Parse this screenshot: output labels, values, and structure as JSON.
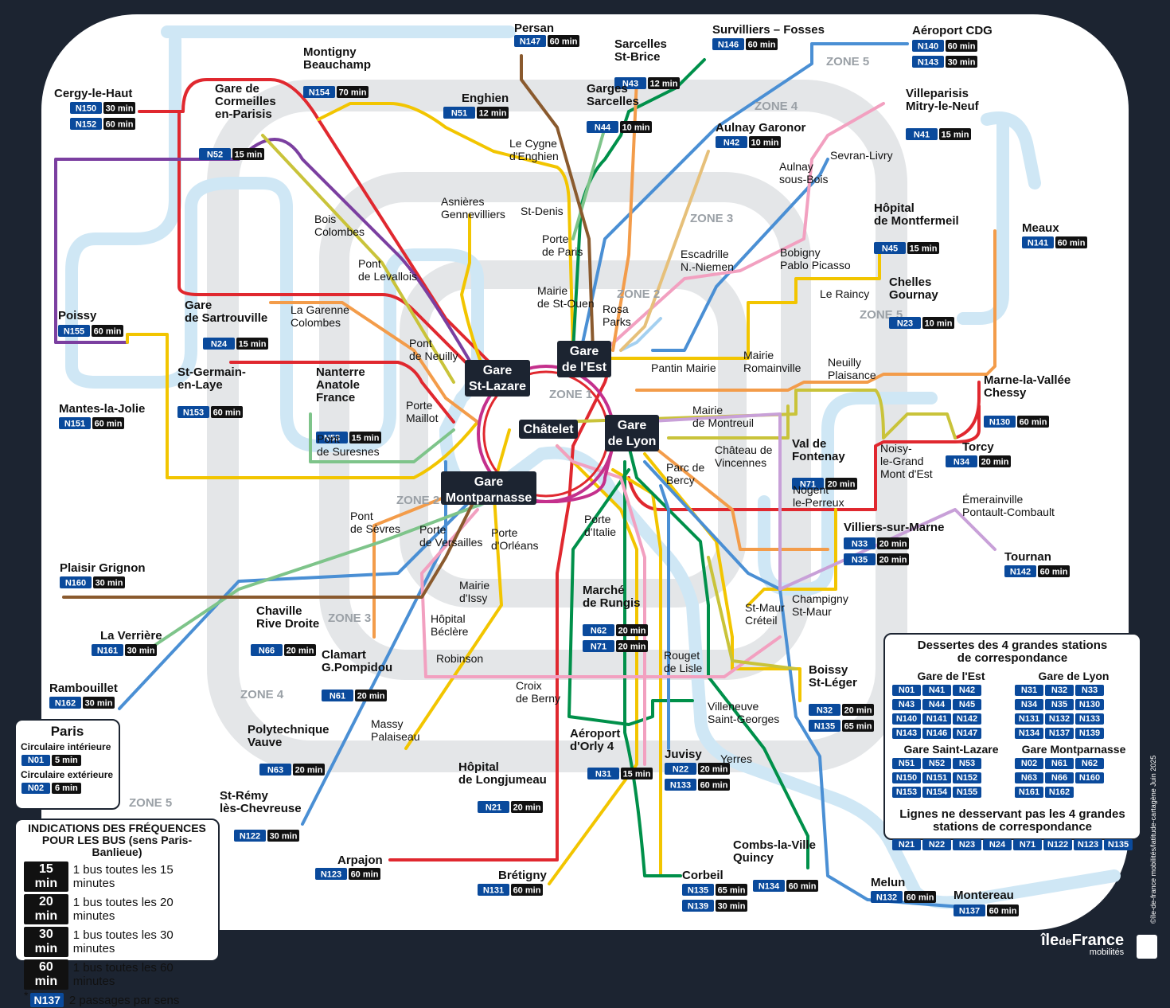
{
  "colors": {
    "bg": "#1c2431",
    "river": "#cfe7f5",
    "zone": "#e4e6e8",
    "badge": "#0a4a9c"
  },
  "zones": [
    "ZONE 1",
    "ZONE 2",
    "ZONE 2",
    "ZONE 3",
    "ZONE 3",
    "ZONE 4",
    "ZONE 4",
    "ZONE 5",
    "ZONE 5"
  ],
  "hubs": {
    "lazare": [
      "Gare",
      "St-Lazare"
    ],
    "est": [
      "Gare",
      "de l'Est"
    ],
    "chatelet": [
      "Châtelet"
    ],
    "lyon": [
      "Gare",
      "de Lyon"
    ],
    "montparnasse": [
      "Gare",
      "Montparnasse"
    ]
  },
  "stations": [
    {
      "name": [
        "Persan"
      ],
      "badges": [
        [
          "N147",
          "60 min"
        ]
      ]
    },
    {
      "name": [
        "Sarcelles",
        "St-Brice"
      ],
      "badges": [
        [
          "N43",
          "12 min"
        ]
      ]
    },
    {
      "name": [
        "Survilliers – Fosses"
      ],
      "badges": [
        [
          "N146",
          "60 min"
        ]
      ]
    },
    {
      "name": [
        "Aéroport CDG"
      ],
      "badges": [
        [
          "N140",
          "60 min"
        ],
        [
          "N143",
          "30 min"
        ]
      ]
    },
    {
      "name": [
        "Montigny",
        "Beauchamp"
      ],
      "badges": [
        [
          "N154",
          "70 min"
        ]
      ]
    },
    {
      "name": [
        "Cergy-le-Haut"
      ],
      "badges": [
        [
          "N150",
          "30 min"
        ],
        [
          "N152",
          "60 min"
        ]
      ]
    },
    {
      "name": [
        "Gare de",
        "Cormeilles",
        "en-Parisis"
      ],
      "badges": [
        [
          "N52",
          "15 min"
        ]
      ]
    },
    {
      "name": [
        "Enghien"
      ],
      "badges": [
        [
          "N51",
          "12 min"
        ]
      ]
    },
    {
      "name": [
        "Garges",
        "Sarcelles"
      ],
      "badges": [
        [
          "N44",
          "10 min"
        ]
      ]
    },
    {
      "name": [
        "Villeparisis",
        "Mitry-le-Neuf"
      ],
      "badges": [
        [
          "N41",
          "15 min"
        ]
      ]
    },
    {
      "name": [
        "Aulnay Garonor"
      ],
      "badges": [
        [
          "N42",
          "10 min"
        ]
      ]
    },
    {
      "name": [
        "Hôpital",
        "de Montfermeil"
      ],
      "badges": [
        [
          "N45",
          "15 min"
        ]
      ]
    },
    {
      "name": [
        "Meaux"
      ],
      "badges": [
        [
          "N141",
          "60 min"
        ]
      ]
    },
    {
      "name": [
        "Poissy"
      ],
      "badges": [
        [
          "N155",
          "60 min"
        ]
      ]
    },
    {
      "name": [
        "Gare",
        "de Sartrouville"
      ],
      "badges": [
        [
          "N24",
          "15 min"
        ]
      ]
    },
    {
      "name": [
        "Chelles",
        "Gournay"
      ],
      "badges": [
        [
          "N23",
          "10 min"
        ]
      ]
    },
    {
      "name": [
        "St-Germain-",
        "en-Laye"
      ],
      "badges": [
        [
          "N153",
          "60 min"
        ]
      ]
    },
    {
      "name": [
        "Nanterre",
        "Anatole",
        "France"
      ],
      "badges": [
        [
          "N53",
          "15 min"
        ]
      ]
    },
    {
      "name": [
        "Mantes-la-Jolie"
      ],
      "badges": [
        [
          "N151",
          "60 min"
        ]
      ]
    },
    {
      "name": [
        "Marne-la-Vallée",
        "Chessy"
      ],
      "badges": [
        [
          "N130",
          "60 min"
        ]
      ]
    },
    {
      "name": [
        "Val de",
        "Fontenay"
      ],
      "badges": [
        [
          "N71",
          "20 min"
        ]
      ]
    },
    {
      "name": [
        "Torcy"
      ],
      "badges": [
        [
          "N34",
          "20 min"
        ]
      ]
    },
    {
      "name": [
        "Villiers-sur-Marne"
      ],
      "badges": [
        [
          "N33",
          "20 min"
        ],
        [
          "N35",
          "20 min"
        ]
      ]
    },
    {
      "name": [
        "Tournan"
      ],
      "badges": [
        [
          "N142",
          "60 min"
        ]
      ]
    },
    {
      "name": [
        "Plaisir Grignon"
      ],
      "badges": [
        [
          "N160",
          "30 min"
        ]
      ]
    },
    {
      "name": [
        "Marché",
        "de Rungis"
      ],
      "badges": [
        [
          "N62",
          "20 min"
        ],
        [
          "N71",
          "20 min"
        ]
      ]
    },
    {
      "name": [
        "La Verrière"
      ],
      "badges": [
        [
          "N161",
          "30 min"
        ]
      ]
    },
    {
      "name": [
        "Chaville",
        "Rive Droite"
      ],
      "badges": [
        [
          "N66",
          "20 min"
        ]
      ]
    },
    {
      "name": [
        "Clamart",
        "G.Pompidou"
      ],
      "badges": [
        [
          "N61",
          "20 min"
        ]
      ]
    },
    {
      "name": [
        "Rambouillet"
      ],
      "badges": [
        [
          "N162",
          "30 min"
        ]
      ]
    },
    {
      "name": [
        "Boissy",
        "St-Léger"
      ],
      "badges": [
        [
          "N32",
          "20 min"
        ],
        [
          "N135",
          "65 min"
        ]
      ]
    },
    {
      "name": [
        "Polytechnique",
        "Vauve"
      ],
      "badges": [
        [
          "N63",
          "20 min"
        ]
      ]
    },
    {
      "name": [
        "Aéroport",
        "d'Orly 4"
      ],
      "badges": [
        [
          "N31",
          "15 min"
        ]
      ]
    },
    {
      "name": [
        "Juvisy"
      ],
      "badges": [
        [
          "N22",
          "20 min"
        ],
        [
          "N133",
          "60 min"
        ]
      ]
    },
    {
      "name": [
        "Hôpital",
        "de Longjumeau"
      ],
      "badges": [
        [
          "N21",
          "20 min"
        ]
      ]
    },
    {
      "name": [
        "St-Rémy",
        "lès-Chevreuse"
      ],
      "badges": [
        [
          "N122",
          "30 min"
        ]
      ]
    },
    {
      "name": [
        "Combs-la-Ville",
        "Quincy"
      ],
      "badges": [
        [
          "N134",
          "60 min"
        ]
      ]
    },
    {
      "name": [
        "Arpajon"
      ],
      "badges": [
        [
          "N123",
          "60 min"
        ]
      ]
    },
    {
      "name": [
        "Brétigny"
      ],
      "badges": [
        [
          "N131",
          "60 min"
        ]
      ]
    },
    {
      "name": [
        "Corbeil"
      ],
      "badges": [
        [
          "N135",
          "65 min"
        ],
        [
          "N139",
          "30 min"
        ]
      ]
    },
    {
      "name": [
        "Melun"
      ],
      "badges": [
        [
          "N132",
          "60 min"
        ]
      ]
    },
    {
      "name": [
        "Montereau"
      ],
      "badges": [
        [
          "N137",
          "60 min"
        ]
      ]
    }
  ],
  "labels": [
    [
      "Le Cygne",
      "d'Enghien"
    ],
    [
      "Asnières",
      "Gennevilliers"
    ],
    [
      "St-Denis"
    ],
    [
      "Porte",
      "de Paris"
    ],
    [
      "Bois",
      "Colombes"
    ],
    [
      "Pont",
      "de Levallois"
    ],
    [
      "Mairie",
      "de St-Ouen"
    ],
    [
      "Escadrille",
      "N.-Niemen"
    ],
    [
      "Aulnay",
      "sous-Bois"
    ],
    [
      "Sevran-Livry"
    ],
    [
      "Bobigny",
      "Pablo Picasso"
    ],
    [
      "Le Raincy"
    ],
    [
      "La Garenne",
      "Colombes"
    ],
    [
      "Rosa",
      "Parks"
    ],
    [
      "Pont",
      "de Neuilly"
    ],
    [
      "Pantin Mairie"
    ],
    [
      "Mairie",
      "Romainville"
    ],
    [
      "Neuilly",
      "Plaisance"
    ],
    [
      "Porte",
      "Maillot"
    ],
    [
      "Pont",
      "de Suresnes"
    ],
    [
      "Mairie",
      "de Montreuil"
    ],
    [
      "Château de",
      "Vincennes"
    ],
    [
      "Parc de",
      "Bercy"
    ],
    [
      "Noisy-",
      "le-Grand",
      "Mont d'Est"
    ],
    [
      "Nogent",
      "le-Perreux"
    ],
    [
      "Émerainville",
      "Pontault-Combault"
    ],
    [
      "Pont",
      "de Sèvres"
    ],
    [
      "Porte",
      "de Versailles"
    ],
    [
      "Porte",
      "d'Orléans"
    ],
    [
      "Porte",
      "d'Italie"
    ],
    [
      "Mairie",
      "d'Issy"
    ],
    [
      "Hôpital",
      "Béclère"
    ],
    [
      "St-Maur",
      "Créteil"
    ],
    [
      "Champigny",
      "St-Maur"
    ],
    [
      "Robinson"
    ],
    [
      "Rouget",
      "de Lisle"
    ],
    [
      "Croix",
      "de Berny"
    ],
    [
      "Villeneuve",
      "Saint-Georges"
    ],
    [
      "Yerres"
    ],
    [
      "Massy",
      "Palaiseau"
    ]
  ],
  "paris_legend": {
    "title": "Paris",
    "ci": "Circulaire intérieure",
    "ci_badge": [
      "N01",
      "5 min"
    ],
    "ce": "Circulaire extérieure",
    "ce_badge": [
      "N02",
      "6 min"
    ],
    "zone_label": "ZONE 5"
  },
  "freq_legend": {
    "title": "INDICATIONS DES FRÉQUENCES POUR LES BUS (sens Paris-Banlieue)",
    "rows": [
      [
        "15 min",
        "1 bus toutes les 15 minutes"
      ],
      [
        "20 min",
        "1 bus toutes les 20 minutes"
      ],
      [
        "30 min",
        "1 bus toutes les 30 minutes"
      ],
      [
        "60 min",
        "1 bus toutes les 60 minutes"
      ]
    ],
    "star": "*",
    "star_badge": "N137",
    "star_text": "2 passages par sens"
  },
  "dessertes": {
    "title": "Dessertes des 4 grandes stations de correspondance",
    "groups": [
      {
        "name": "Gare de l'Est",
        "lines": [
          "N01",
          "N41",
          "N42",
          "N43",
          "N44",
          "N45",
          "N140",
          "N141",
          "N142",
          "N143",
          "N146",
          "N147"
        ]
      },
      {
        "name": "Gare de Lyon",
        "lines": [
          "N31",
          "N32",
          "N33",
          "N34",
          "N35",
          "N130",
          "N131",
          "N132",
          "N133",
          "N134",
          "N137",
          "N139"
        ]
      },
      {
        "name": "Gare Saint-Lazare",
        "lines": [
          "N51",
          "N52",
          "N53",
          "N150",
          "N151",
          "N152",
          "N153",
          "N154",
          "N155"
        ]
      },
      {
        "name": "Gare Montparnasse",
        "lines": [
          "N02",
          "N61",
          "N62",
          "N63",
          "N66",
          "N160",
          "N161",
          "N162"
        ]
      }
    ],
    "other_title": "Lignes ne desservant pas les 4 grandes stations de correspondance",
    "other_lines": [
      "N21",
      "N22",
      "N23",
      "N24",
      "N71",
      "N122",
      "N123",
      "N135"
    ]
  },
  "credit": "©île-de-france mobilités/latitude-cartagène Juin 2025",
  "brand": {
    "a": "île",
    "b": "de",
    "c": "France",
    "sub": "mobilités"
  }
}
